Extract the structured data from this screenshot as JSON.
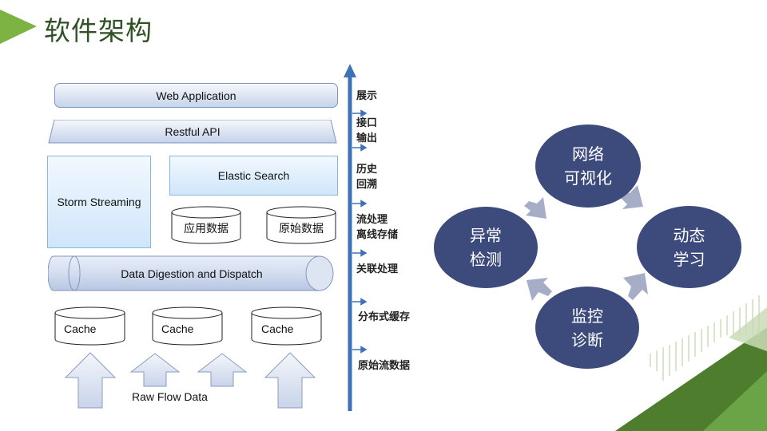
{
  "title": "软件架构",
  "layers": {
    "web_application": "Web Application",
    "restful_api": "Restful API",
    "storm_streaming": "Storm Streaming",
    "elastic_search": "Elastic Search",
    "app_data": "应用数据",
    "raw_data": "原始数据",
    "data_digestion": "Data Digestion and Dispatch",
    "cache": [
      "Cache",
      "Cache",
      "Cache"
    ],
    "raw_flow_data": "Raw Flow Data"
  },
  "axis_labels": {
    "display": "展示",
    "interface": "接口",
    "output": "输出",
    "history": "历史",
    "backtrack": "回溯",
    "stream_processing": "流处理",
    "offline_storage": "离线存储",
    "correlation": "关联处理",
    "distributed_cache": "分布式缓存",
    "raw_stream_data": "原始流数据"
  },
  "cycle": {
    "network_visual_1": "网络",
    "network_visual_2": "可视化",
    "dynamic_learning_1": "动态",
    "dynamic_learning_2": "学习",
    "monitor_diagnose_1": "监控",
    "monitor_diagnose_2": "诊断",
    "anomaly_detection_1": "异常",
    "anomaly_detection_2": "检测"
  },
  "colors": {
    "title": "#2f5224",
    "accent_green": "#6ea84a",
    "axis": "#3d72b8",
    "node": "#3c4a7c",
    "cycle_arrow": "#a6adc6"
  }
}
